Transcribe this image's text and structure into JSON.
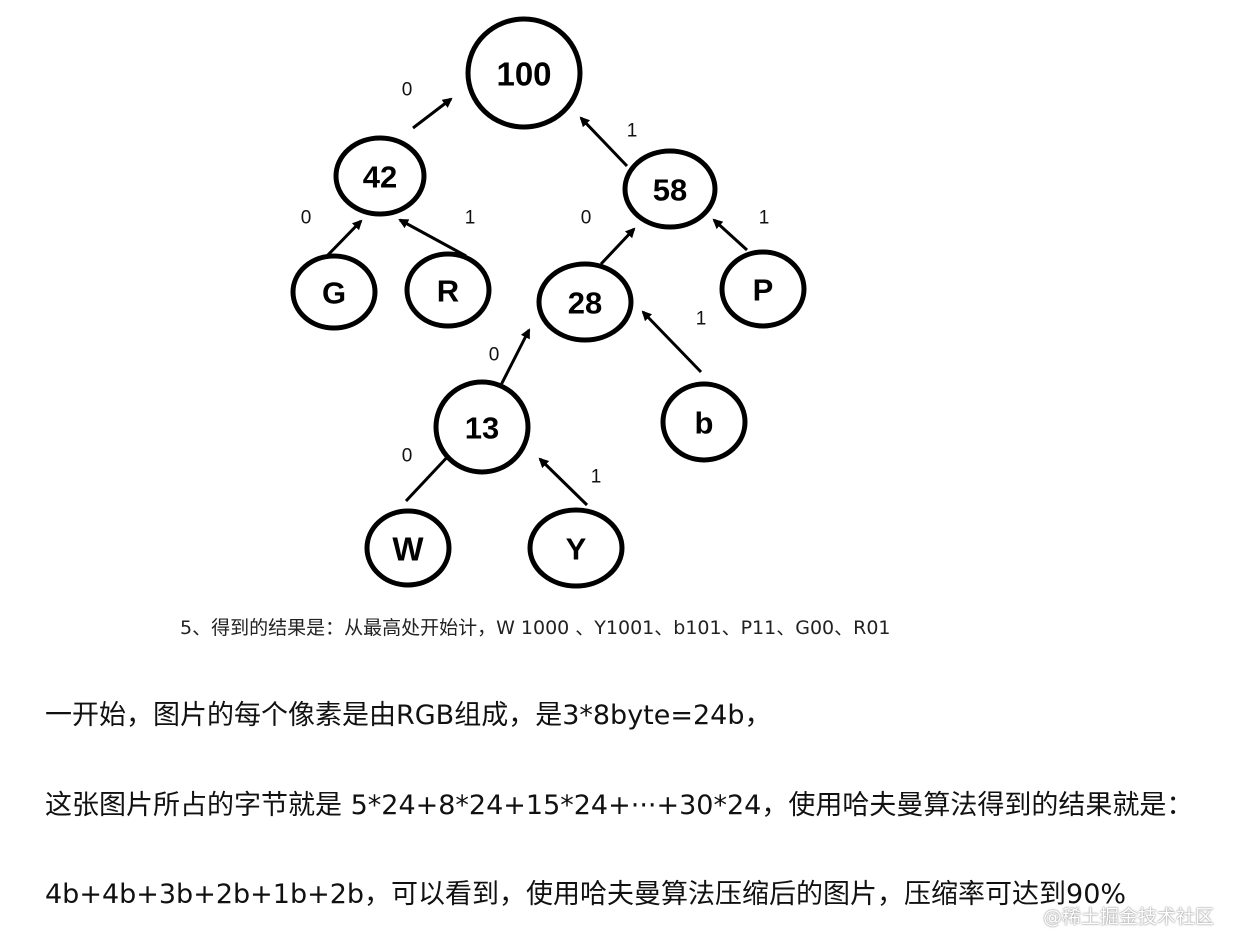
{
  "tree": {
    "nodes": {
      "n100": "100",
      "n42": "42",
      "n58": "58",
      "G": "G",
      "R": "R",
      "n28": "28",
      "P": "P",
      "n13": "13",
      "b": "b",
      "W": "W",
      "Y": "Y"
    },
    "edges": {
      "n42_n100": "0",
      "n58_n100": "1",
      "G_n42": "0",
      "R_n42": "1",
      "n28_n58": "0",
      "P_n58": "1",
      "n13_n28": "0",
      "b_n28": "1",
      "W_n13": "0",
      "Y_n13": "1"
    }
  },
  "caption": "5、得到的结果是：从最高处开始计，W 1000 、Y1001、b101、P11、G00、R01",
  "paragraphs": [
    "一开始，图片的每个像素是由RGB组成，是3*8byte=24b，",
    "这张图片所占的字节就是 5*24+8*24+15*24+···+30*24，使用哈夫曼算法得到的结果就是：",
    "4b+4b+3b+2b+1b+2b，可以看到，使用哈夫曼算法压缩后的图片，压缩率可达到90%"
  ],
  "watermark": "@稀土掘金技术社区"
}
